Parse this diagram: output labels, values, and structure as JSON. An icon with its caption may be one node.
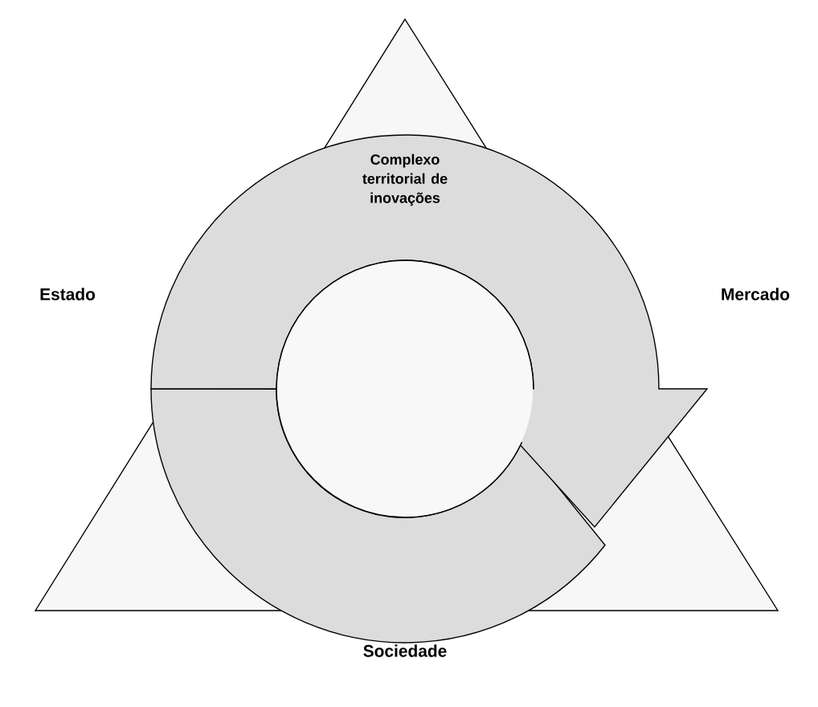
{
  "diagram": {
    "nodes": [
      {
        "text": [
          "Complexo territorial de inovações"
        ]
      }
    ],
    "labels": [
      "Estado",
      "Mercado",
      "Sociedade"
    ]
  }
}
